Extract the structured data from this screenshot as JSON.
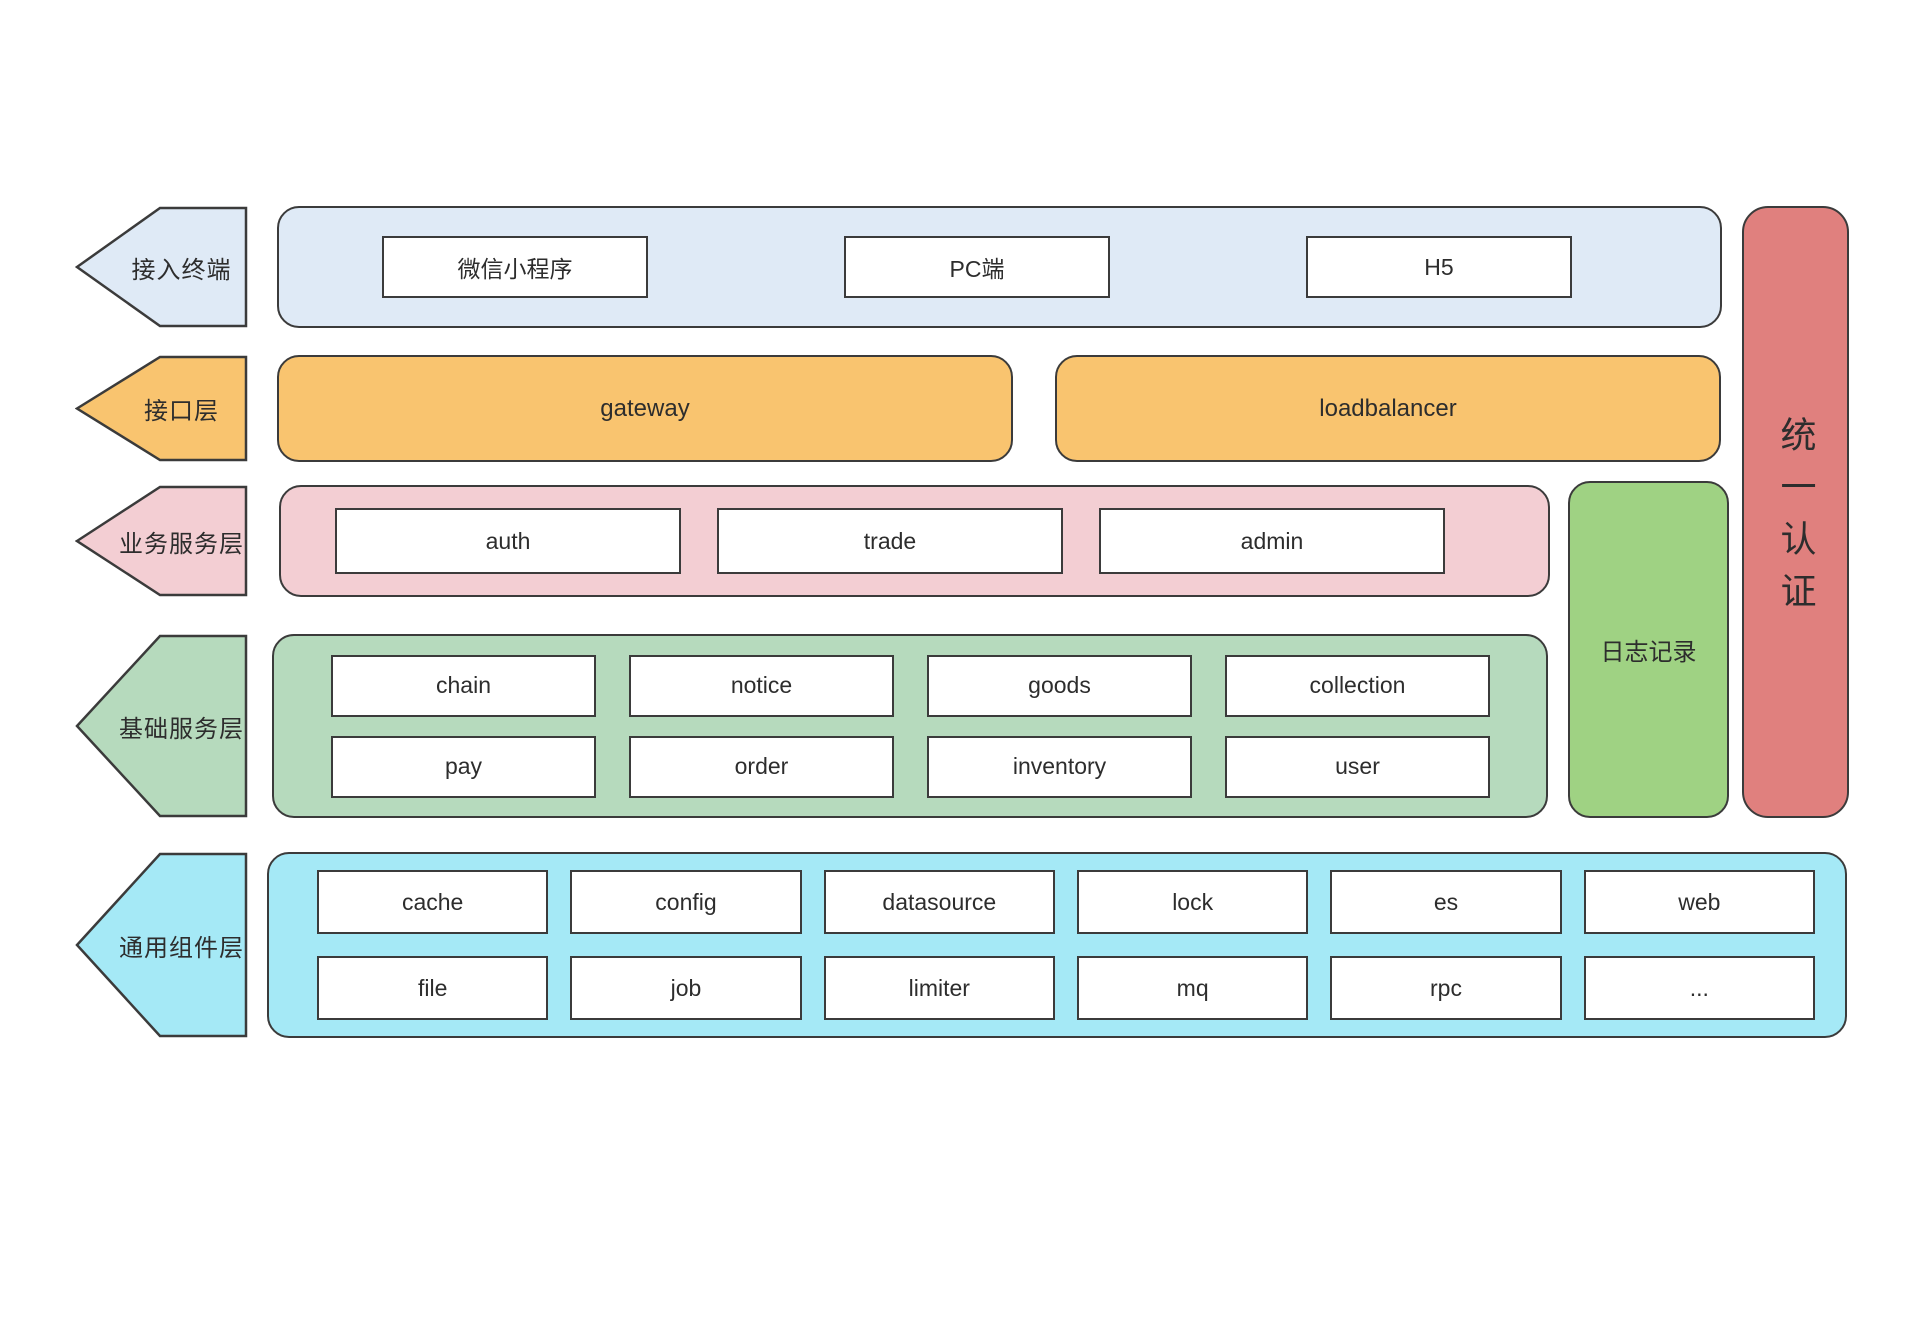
{
  "colors": {
    "stroke": "#3b3b3b",
    "text": "#2d2d2d",
    "terminal": "#dfeaf6",
    "interface": "#f9c46f",
    "business": "#f3ced3",
    "base": "#b6dabd",
    "common": "#a5e9f6",
    "log": "#9fd283",
    "unified": "#e0807e",
    "box": "#ffffff"
  },
  "layers": {
    "terminal": {
      "label": "接入终端",
      "items": [
        "微信小程序",
        "PC端",
        "H5"
      ]
    },
    "interface": {
      "label": "接口层",
      "items": [
        "gateway",
        "loadbalancer"
      ]
    },
    "business": {
      "label": "业务服务层",
      "items": [
        "auth",
        "trade",
        "admin"
      ]
    },
    "base": {
      "label": "基础服务层",
      "row1": [
        "chain",
        "notice",
        "goods",
        "collection"
      ],
      "row2": [
        "pay",
        "order",
        "inventory",
        "user"
      ]
    },
    "common": {
      "label": "通用组件层",
      "row1": [
        "cache",
        "config",
        "datasource",
        "lock",
        "es",
        "web"
      ],
      "row2": [
        "file",
        "job",
        "limiter",
        "mq",
        "rpc",
        "..."
      ]
    }
  },
  "side": {
    "log_label": "日志记录",
    "unified_auth_label": "统一认证"
  }
}
